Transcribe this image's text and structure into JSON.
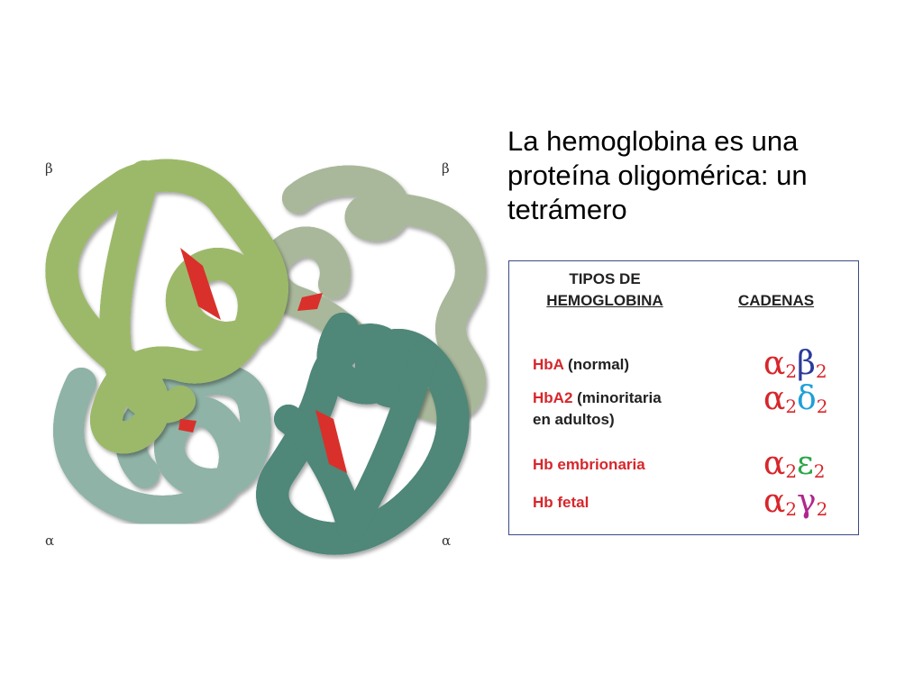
{
  "slide": {
    "title": "La hemoglobina es una proteína oligomérica: un tetrámero"
  },
  "diagram": {
    "subunit_labels": {
      "top_left": "β",
      "top_right": "β",
      "bottom_left": "α",
      "bottom_right": "α"
    },
    "colors": {
      "beta_left": "#c7dd9a",
      "beta_right": "#eef3e2",
      "alpha_left": "#d9ece6",
      "alpha_right": "#6fa89a",
      "heme": "#d9302b"
    }
  },
  "table": {
    "header_types_line1": "TIPOS DE",
    "header_types_line2": "HEMOGLOBINA",
    "header_chains": "CADENAS",
    "rows": [
      {
        "name_red": "HbA",
        "name_dark": " (normal)",
        "name_dark_line2": "",
        "chain_a": "α",
        "sub_a": "2",
        "chain_b": "β",
        "sub_b": "2",
        "chain_b_color": "#2b3a9a"
      },
      {
        "name_red": "HbA2",
        "name_dark": " (minoritaria",
        "name_dark_line2": "en adultos)",
        "chain_a": "α",
        "sub_a": "2",
        "chain_b": "δ",
        "sub_b": "2",
        "chain_b_color": "#1fa0d8"
      },
      {
        "name_red": "Hb embrionaria",
        "name_dark": "",
        "name_dark_line2": "",
        "chain_a": "α",
        "sub_a": "2",
        "chain_b": "ε",
        "sub_b": "2",
        "chain_b_color": "#2aa84a"
      },
      {
        "name_red": "Hb fetal",
        "name_dark": "",
        "name_dark_line2": "",
        "chain_a": "α",
        "sub_a": "2",
        "chain_b": "γ",
        "sub_b": "2",
        "chain_b_color": "#b0268e"
      }
    ],
    "chain_a_color": "#d7262b",
    "border_color": "#3a4a8a"
  }
}
